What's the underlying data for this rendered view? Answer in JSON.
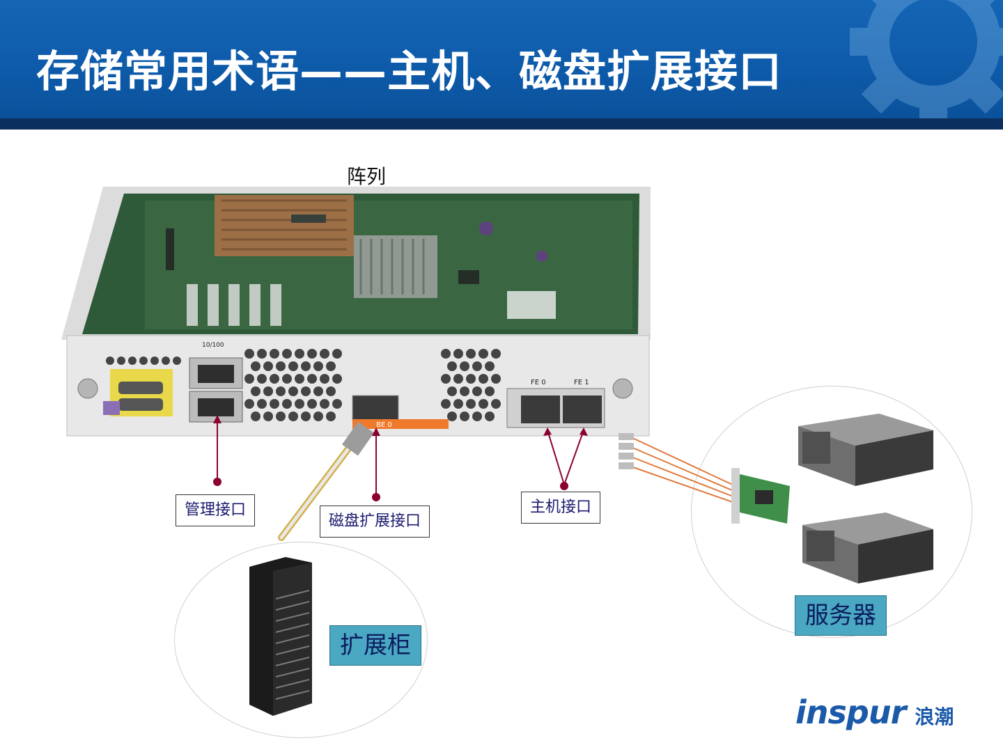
{
  "slide": {
    "title": "存储常用术语——主机、磁盘扩展接口",
    "array_label": "阵列",
    "labels": {
      "management_port": "管理接口",
      "disk_expansion_port": "磁盘扩展接口",
      "host_port": "主机接口",
      "expansion_cabinet": "扩展柜",
      "server": "服务器"
    },
    "panel_text": {
      "lan": "10/100",
      "be": "BE 0",
      "fe0": "FE 0",
      "fe1": "FE 1"
    },
    "logo": {
      "en": "inspur",
      "cn": "浪潮"
    }
  },
  "colors": {
    "header": "#0d5aa9",
    "header_dark": "#0b2f5e",
    "teal_label": "#4aa8c3",
    "connector": "#8b0030",
    "logo": "#1b5aa8"
  }
}
